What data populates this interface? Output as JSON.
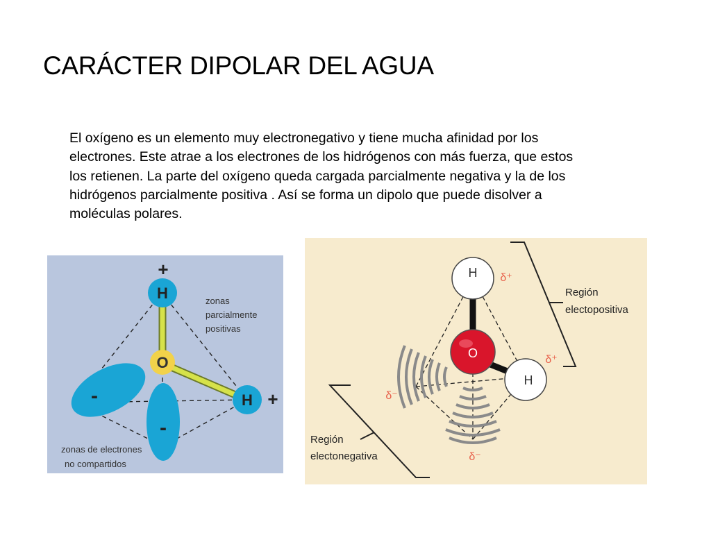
{
  "title": "CARÁCTER DIPOLAR DEL AGUA",
  "paragraph": [
    "El oxígeno es un elemento muy electronegativo y tiene mucha afinidad por los",
    "electrones. Este atrae a los electrones de los hidrógenos con más fuerza, que estos",
    "los retienen. La parte del oxígeno queda cargada parcialmente negativa y la de los",
    "hidrógenos parcialmente positiva . Así se forma un dipolo que puede disolver a",
    "moléculas polares."
  ],
  "figure_left": {
    "atom_o": "O",
    "atom_h_top": "H",
    "atom_h_right": "H",
    "plus_top": "+",
    "plus_right": "+",
    "minus_left": "-",
    "minus_bottom": "-",
    "zones_positive": [
      "zonas",
      "parcialmente",
      "positivas"
    ],
    "zones_electrons": [
      "zonas de electrones",
      "no compartidos"
    ],
    "colors": {
      "background": "#b9c6de",
      "lobe": "#1aa5d5",
      "oxygen": "#f2d24a",
      "bond": "#d6e24a"
    }
  },
  "figure_right": {
    "atom_o": "O",
    "atom_h_top": "H",
    "atom_h_right": "H",
    "delta_plus_1": "δ⁺",
    "delta_plus_2": "δ⁺",
    "delta_minus_1": "δ⁻",
    "delta_minus_2": "δ⁻",
    "region_positive": [
      "Región",
      "electopositiva"
    ],
    "region_negative": [
      "Región",
      "electonegativa"
    ],
    "colors": {
      "background": "#f7ebce",
      "oxygen": "#d9152b",
      "hydrogen": "#ffffff",
      "waves": "#8a8a8a",
      "delta": "#e8604a"
    }
  }
}
